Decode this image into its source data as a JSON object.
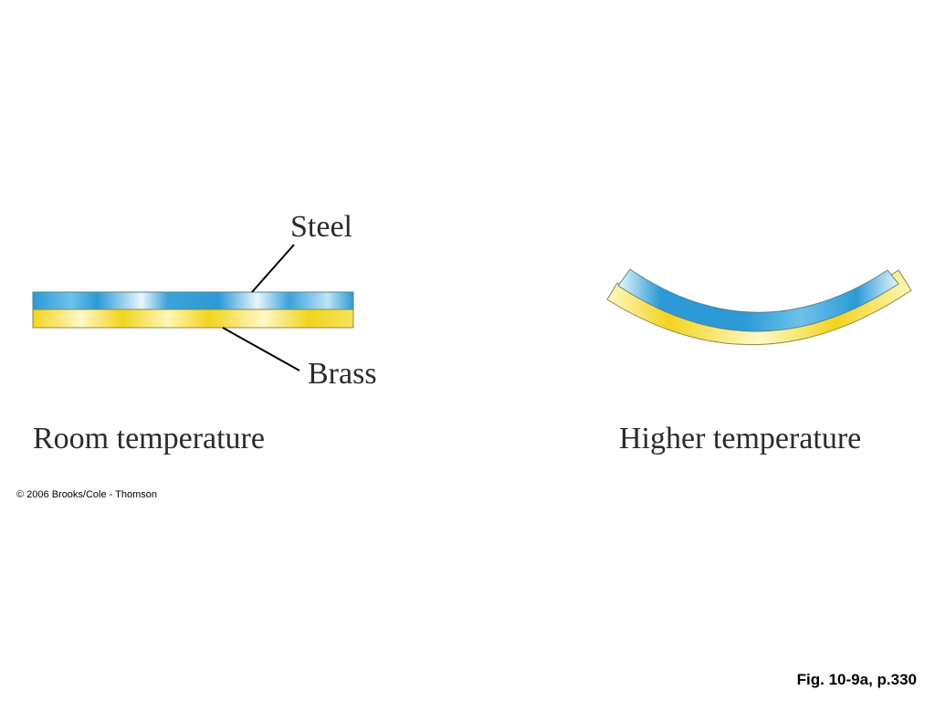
{
  "labels": {
    "steel": "Steel",
    "brass": "Brass",
    "room_temperature": "Room temperature",
    "higher_temperature": "Higher temperature",
    "copyright": "© 2006 Brooks/Cole - Thomson",
    "figure_ref": "Fig. 10-9a, p.330"
  },
  "colors": {
    "steel_light": "#e8f6fc",
    "steel": "#2b9ad6",
    "brass_light": "#fff8c8",
    "brass": "#f2d41e",
    "outline": "#8a8a3a",
    "leader_line": "#000000"
  }
}
